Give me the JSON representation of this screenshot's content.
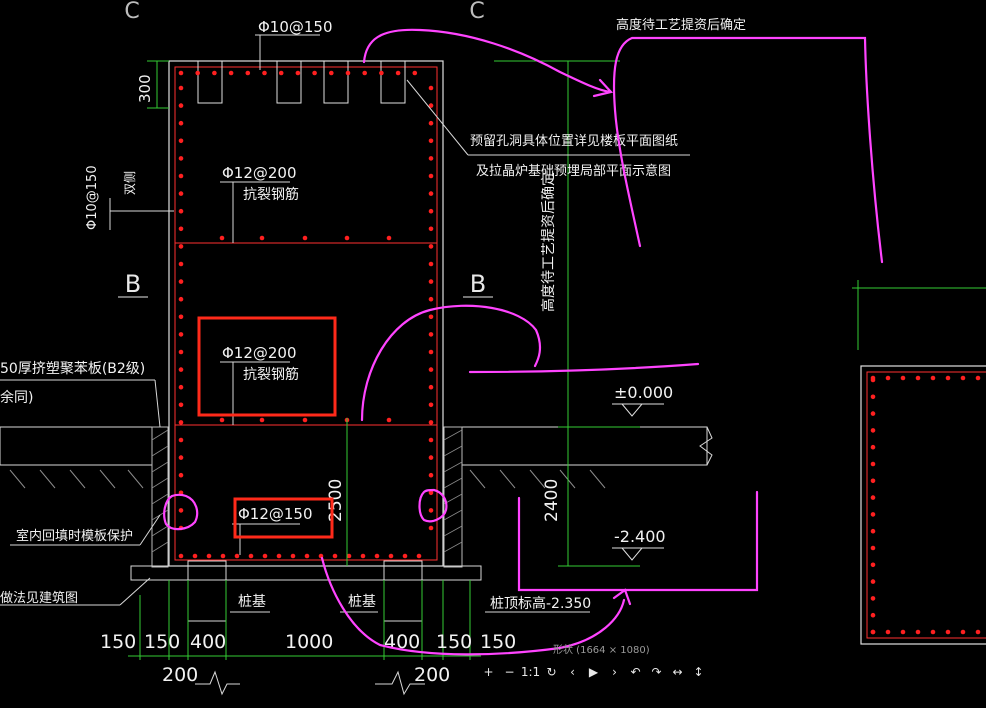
{
  "colors": {
    "background": "#000000",
    "wall": "#ff3030",
    "rebar": "#ff2020",
    "dimension": "#33cc33",
    "text": "#f2f2f2",
    "annotation": "#ff44ff",
    "highlight": "#ff2a1a",
    "structure": "#d8d8d8"
  },
  "grid_labels": {
    "c_left": "C",
    "c_right": "C",
    "b_left": "B",
    "b_right": "B"
  },
  "labels": {
    "top_rebar": "Φ10@150",
    "dim_300": "300",
    "side_rebar": "Φ10@150",
    "side_rebar_suffix": "双侧",
    "crack_rebar_1": "Φ12@200",
    "crack_rebar_1_note": "抗裂钢筋",
    "crack_rebar_2": "Φ12@200",
    "crack_rebar_2_note": "抗裂钢筋",
    "bottom_rebar": "Φ12@150",
    "dim_2500": "2500",
    "dim_2400": "2400",
    "top_right_note": "高度待工艺提资后确定",
    "reserve_hole_1": "预留孔洞具体位置详见楼板平面图纸",
    "reserve_hole_2": "及拉晶炉基础预埋局部平面示意图",
    "vertical_height_note": "高度待工艺提资后确定",
    "level_000": "±0.000",
    "level_2400": "-2.400",
    "foam_board_1": "50厚挤塑聚苯板(B2级)",
    "foam_board_2": "余同)",
    "backfill": "室内回填时模板保护",
    "finish": "做法见建筑图",
    "pile_left": "桩基",
    "pile_right": "桩基",
    "pile_top": "桩顶标高-2.350",
    "bottom_dims": [
      "150",
      "150",
      "400",
      "1000",
      "400",
      "150",
      "150"
    ],
    "dim_200_left": "200",
    "dim_200_right": "200"
  },
  "viewer": {
    "caption": "形状 (1664 × 1080)",
    "buttons": [
      "+",
      "−",
      "1:1",
      "↻",
      "‹",
      "▶",
      "›",
      "↶",
      "↷",
      "↔",
      "↕"
    ]
  }
}
